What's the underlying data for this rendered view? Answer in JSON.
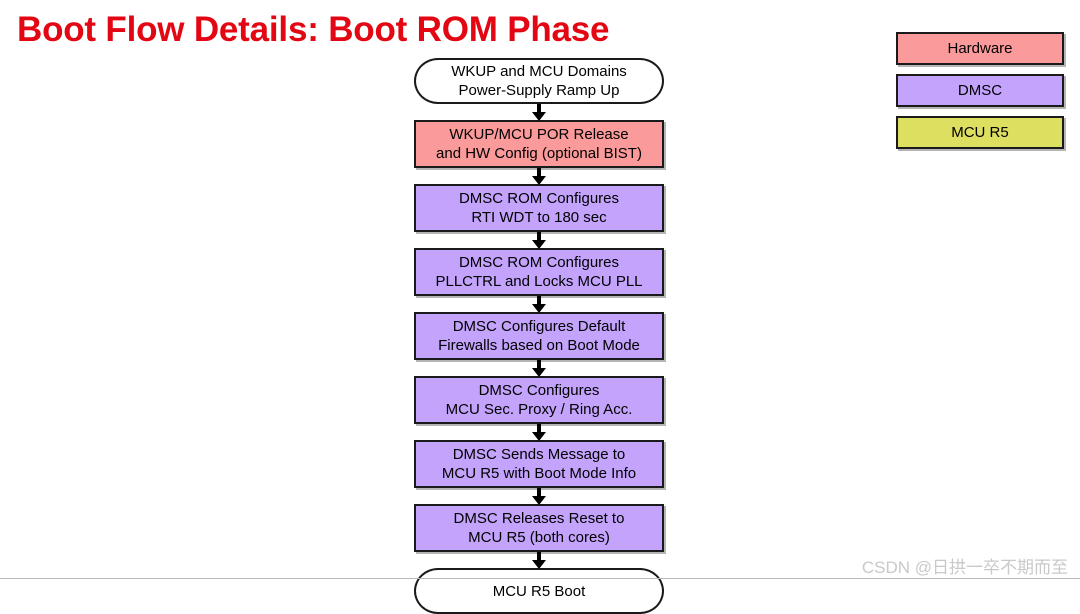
{
  "page": {
    "title": "Boot Flow Details: Boot ROM Phase",
    "title_color": "#E30613",
    "background": "#ffffff"
  },
  "legend": {
    "items": [
      {
        "label": "Hardware",
        "color": "#FB9A9A"
      },
      {
        "label": "DMSC",
        "color": "#C4A3FC"
      },
      {
        "label": "MCU R5",
        "color": "#DDDF60"
      }
    ]
  },
  "flow": {
    "nodes": [
      {
        "shape": "stadium",
        "fill": "#ffffff",
        "lines": [
          "WKUP and MCU Domains",
          "Power-Supply Ramp Up"
        ]
      },
      {
        "shape": "rect",
        "fill": "#FB9A9A",
        "lines": [
          "WKUP/MCU POR Release",
          "and HW Config (optional BIST)"
        ]
      },
      {
        "shape": "rect",
        "fill": "#C4A3FC",
        "lines": [
          "DMSC ROM Configures",
          "RTI WDT to 180 sec"
        ]
      },
      {
        "shape": "rect",
        "fill": "#C4A3FC",
        "lines": [
          "DMSC ROM Configures",
          "PLLCTRL and Locks MCU PLL"
        ]
      },
      {
        "shape": "rect",
        "fill": "#C4A3FC",
        "lines": [
          "DMSC Configures Default",
          "Firewalls based on Boot Mode"
        ]
      },
      {
        "shape": "rect",
        "fill": "#C4A3FC",
        "lines": [
          "DMSC Configures",
          "MCU Sec. Proxy / Ring Acc."
        ]
      },
      {
        "shape": "rect",
        "fill": "#C4A3FC",
        "lines": [
          "DMSC Sends Message to",
          "MCU R5 with Boot Mode Info"
        ]
      },
      {
        "shape": "rect",
        "fill": "#C4A3FC",
        "lines": [
          "DMSC Releases Reset to",
          "MCU R5 (both cores)"
        ]
      },
      {
        "shape": "stadium",
        "fill": "#ffffff",
        "lines": [
          "MCU R5 Boot"
        ]
      }
    ]
  },
  "watermark": {
    "text": "CSDN @日拱一卒不期而至",
    "color": "#c9c9c9"
  }
}
